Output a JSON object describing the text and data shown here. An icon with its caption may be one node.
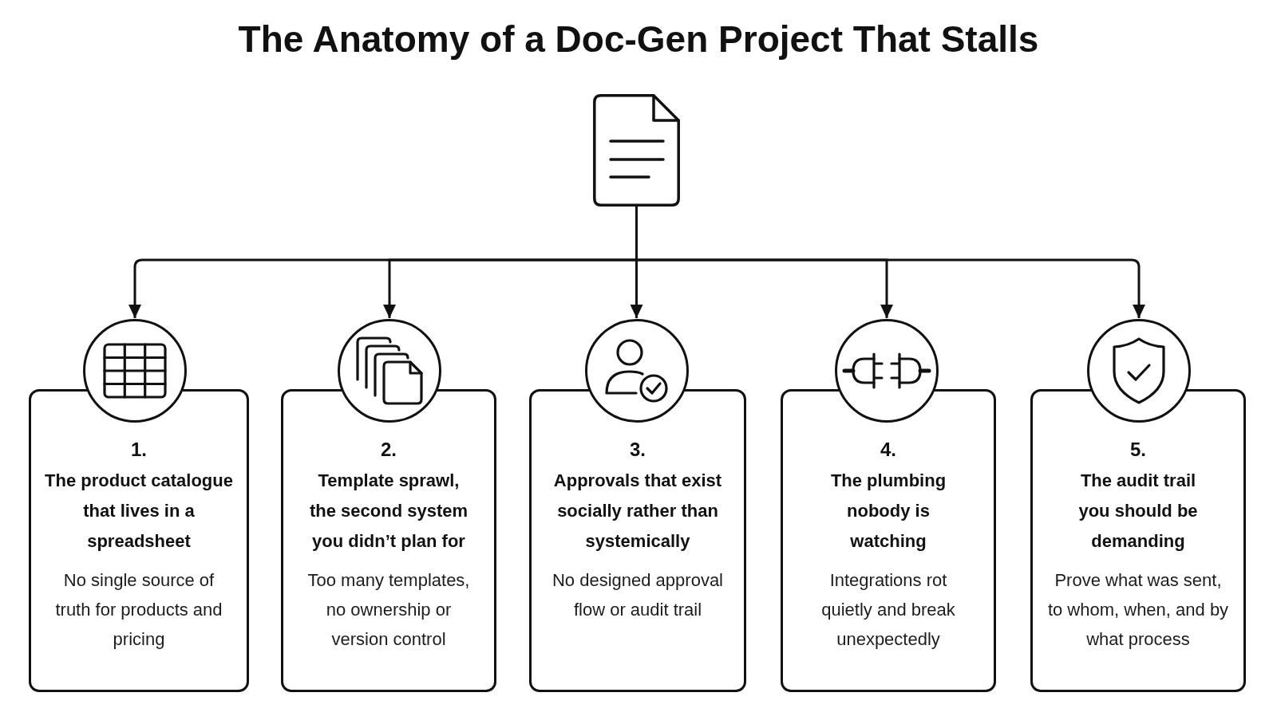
{
  "diagram": {
    "title": "The Anatomy of a Doc-Gen Project That Stalls",
    "nodes": [
      {
        "text": [],
        "shape": "picture"
      },
      {
        "text": [],
        "shape": "circle"
      },
      {
        "text": [
          "1.",
          "The product catalogue that lives in a spreadsheet",
          "No single source of truth for products and pricing"
        ]
      },
      {
        "text": [],
        "shape": "circle"
      },
      {
        "text": [
          "2.",
          "Template sprawl, the second system you didn’t plan for",
          "Too many templates, no ownership or version control"
        ]
      },
      {
        "text": [],
        "shape": "circle"
      },
      {
        "text": [
          "3.",
          "Approvals that exist socially rather than systemically",
          "No designed approval flow or audit trail"
        ]
      },
      {
        "text": [],
        "shape": "circle"
      },
      {
        "text": [
          "4.",
          "The plumbing nobody is watching",
          "Integrations rot quietly and break unexpectedly"
        ]
      },
      {
        "text": [],
        "shape": "circle"
      },
      {
        "text": [
          "5.",
          "The audit trail you should be demanding",
          "Prove what was sent, to whom, when, and by what process"
        ]
      }
    ],
    "edges": [
      {
        "from": 0,
        "to": 1,
        "arrow": "to"
      },
      {
        "from": 0,
        "to": 3,
        "arrow": "to"
      },
      {
        "from": 0,
        "to": 5,
        "arrow": "to"
      },
      {
        "from": 0,
        "to": 7,
        "arrow": "to"
      },
      {
        "from": 0,
        "to": 9,
        "arrow": "to"
      }
    ]
  }
}
